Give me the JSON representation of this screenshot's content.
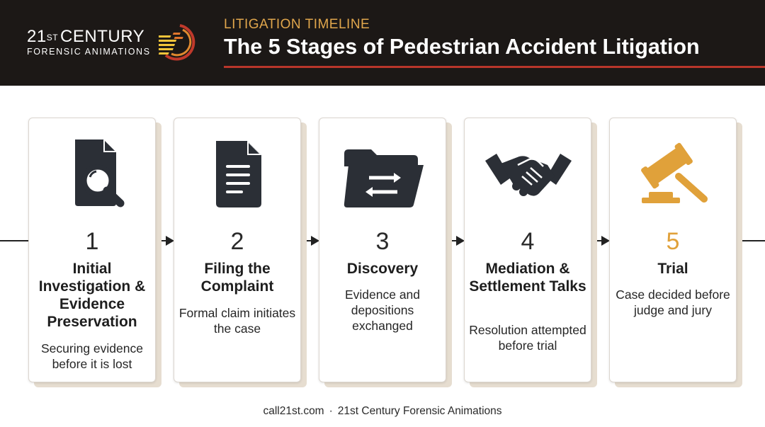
{
  "brand": {
    "line1_main": "21",
    "line1_sup": "ST",
    "line1_rest": "CENTURY",
    "line2": "FORENSIC ANIMATIONS",
    "logo_icon": "speed-lines-logo-icon"
  },
  "header": {
    "kicker": "LITIGATION TIMELINE",
    "title": "The 5 Stages of Pedestrian Accident Litigation"
  },
  "colors": {
    "header_bg": "#1c1816",
    "kicker": "#e0a64c",
    "rule": "#b8362a",
    "icon_dark": "#2b2f36",
    "accent_gold": "#e0a13a"
  },
  "stages": [
    {
      "number": "1",
      "title": "Initial Investigation & Evidence Preservation",
      "description": "Securing evidence before it is lost",
      "icon": "document-magnifier-icon"
    },
    {
      "number": "2",
      "title": "Filing the Complaint",
      "description": "Formal claim initiates the case",
      "icon": "document-icon"
    },
    {
      "number": "3",
      "title": "Discovery",
      "description": "Evidence and depositions exchanged",
      "icon": "folder-exchange-icon"
    },
    {
      "number": "4",
      "title": "Mediation & Settlement Talks",
      "description": "Resolution attempted before trial",
      "icon": "handshake-icon"
    },
    {
      "number": "5",
      "title": "Trial",
      "description": "Case decided before judge and jury",
      "icon": "gavel-icon"
    }
  ],
  "footer": {
    "website": "call21st.com",
    "separator": "·",
    "company": "21st Century Forensic Animations"
  }
}
